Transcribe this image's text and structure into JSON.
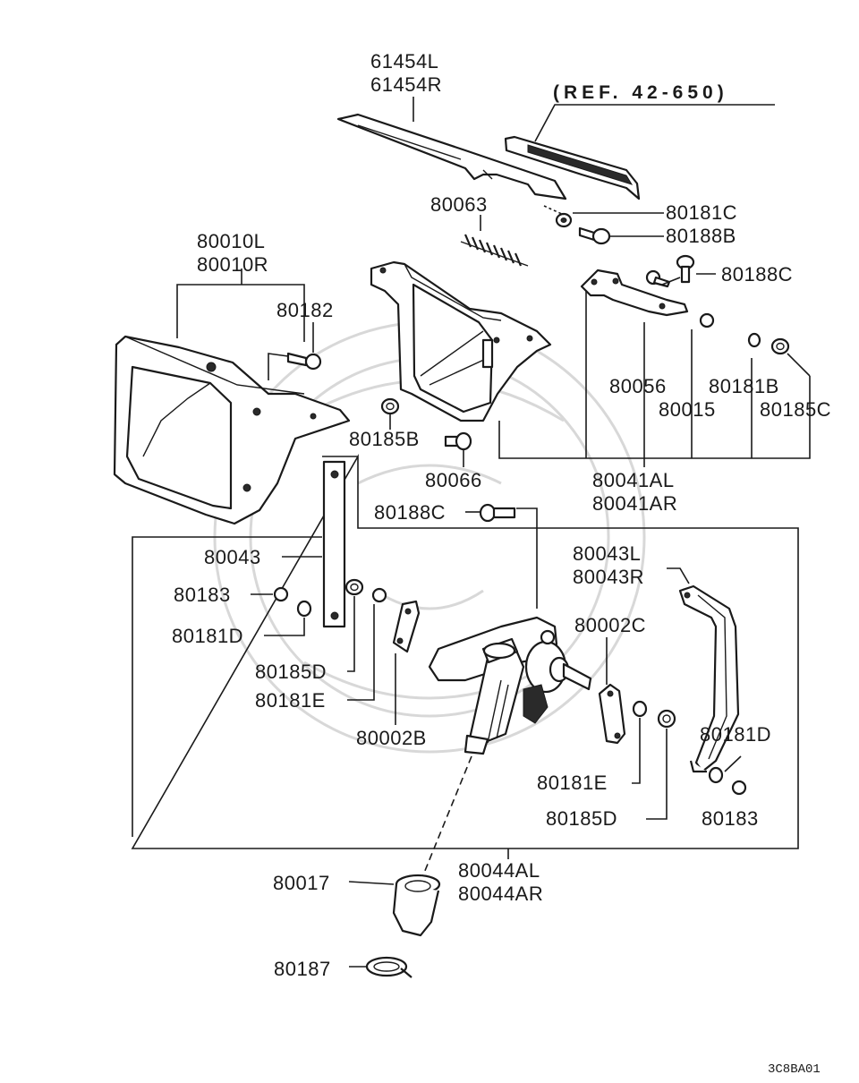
{
  "diagram": {
    "ref_note": "(REF. 42-650)",
    "image_code": "3C8BA01",
    "labels": {
      "p61454": [
        "61454L",
        "61454R"
      ],
      "p80181C": "80181C",
      "p80188B": "80188B",
      "p80063": "80063",
      "p80010": [
        "80010L",
        "80010R"
      ],
      "p80188C_top": "80188C",
      "p80182": "80182",
      "p80056": "80056",
      "p80181B": "80181B",
      "p80015": "80015",
      "p80185C": "80185C",
      "p80185B": "80185B",
      "p80066": "80066",
      "p80041": [
        "80041AL",
        "80041AR"
      ],
      "p80188C_mid": "80188C",
      "p80043": "80043",
      "p80043LR": [
        "80043L",
        "80043R"
      ],
      "p80183_left": "80183",
      "p80181D_left": "80181D",
      "p80002C": "80002C",
      "p80185D_left": "80185D",
      "p80181E_left": "80181E",
      "p80002B": "80002B",
      "p80181D_right": "80181D",
      "p80181E_right": "80181E",
      "p80185D_right": "80185D",
      "p80183_right": "80183",
      "p80017": "80017",
      "p80044": [
        "80044AL",
        "80044AR"
      ],
      "p80187": "80187"
    }
  }
}
